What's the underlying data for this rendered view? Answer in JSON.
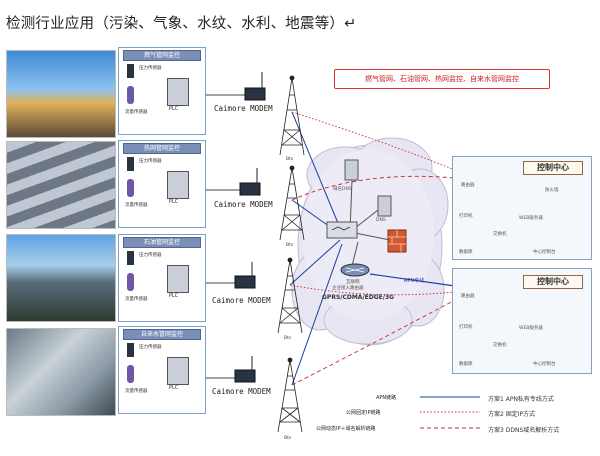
{
  "title": "检测行业应用（污染、气象、水纹、水利、地震等）↵",
  "rows": [
    {
      "panel_title": "燃气管网监控",
      "sensor1": "压力传感器",
      "sensor2": "流量传感器",
      "plc": "PLC",
      "modem": "Caimore MODEM"
    },
    {
      "panel_title": "热网管网监控",
      "sensor1": "压力传感器",
      "sensor2": "流量传感器",
      "plc": "PLC",
      "modem": "Caimore MODEM"
    },
    {
      "panel_title": "石油管网监控",
      "sensor1": "压力传感器",
      "sensor2": "流量传感器",
      "plc": "PLC",
      "modem": "Caimore MODEM"
    },
    {
      "panel_title": "自来水管网监控",
      "sensor1": "压力传感器",
      "sensor2": "流量传感器",
      "plc": "PLC",
      "modem": "Caimore MODEM"
    }
  ],
  "bts_label": "Bts",
  "cloud": {
    "dns_top": "域名DNS",
    "dns": "DNS",
    "router_line1": "互联网",
    "router_line2": "企业接入路由器",
    "gprs": "GPRS/CDMA/EDGE/3G",
    "apn_line": "APN专线"
  },
  "red_box": "燃气管网、石油管网、热网监控、自来水管网监控",
  "control_centers": [
    {
      "title": "控制中心",
      "devices": [
        "路由器",
        "打印机",
        "交换机",
        "防火墙",
        "数据库",
        "WEB服务器",
        "中心控制台"
      ]
    },
    {
      "title": "控制中心",
      "devices": [
        "路由器",
        "打印机",
        "交换机",
        "数据库",
        "WEB服务器",
        "中心控制台"
      ]
    }
  ],
  "legend": [
    {
      "label": "APN链路",
      "scheme": "方案1  APN私有专线方式",
      "color": "#1f3fa0",
      "style": "solid"
    },
    {
      "label": "公网固定IP链路",
      "scheme": "方案2  固定IP方式",
      "color": "#c42a2a",
      "style": "dotted"
    },
    {
      "label": "公网动态IP＋域名解析链路",
      "scheme": "方案3  DDNS域名解析方式",
      "color": "#c42a2a",
      "style": "dashed"
    }
  ]
}
